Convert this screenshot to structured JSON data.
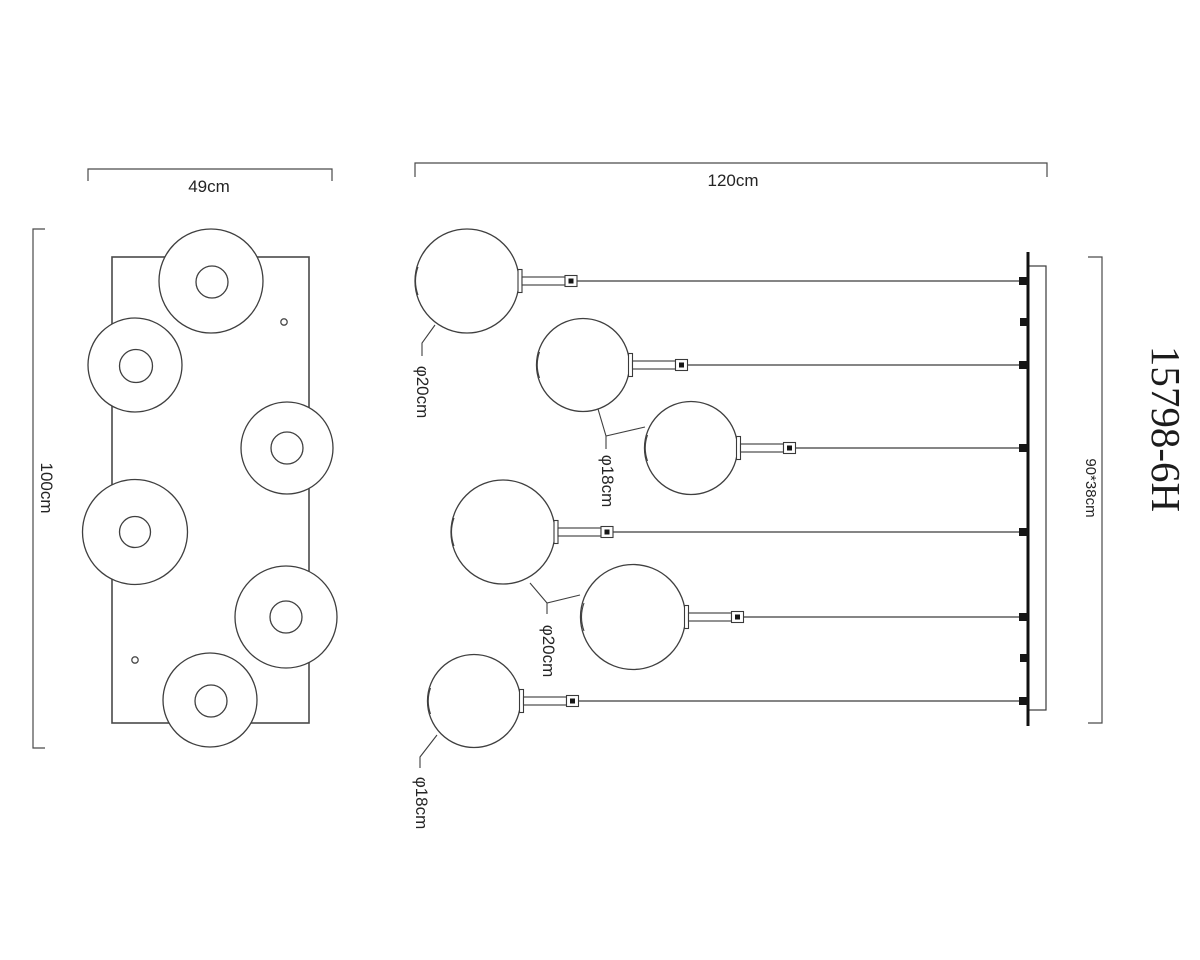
{
  "diagram": {
    "product_code": "15798-6H",
    "top_view": {
      "width_dim": "49cm",
      "height_dim": "100cm",
      "shade_count": 6,
      "mount_hole_count": 2
    },
    "side_view": {
      "width_dim": "120cm",
      "canopy_dim": "90*38cm",
      "globe_count": 6,
      "globe_dim_labels": [
        {
          "applies_to": "globe-1",
          "label": "φ20cm"
        },
        {
          "applies_to": "globes-2-and-3",
          "label": "φ18cm"
        },
        {
          "applies_to": "globes-4-and-5",
          "label": "φ20cm"
        },
        {
          "applies_to": "globe-6",
          "label": "φ18cm"
        }
      ]
    },
    "colors": {
      "line": "#3f3f3f",
      "rod": "#858585",
      "fitting": "#161616",
      "background": "#ffffff"
    }
  }
}
